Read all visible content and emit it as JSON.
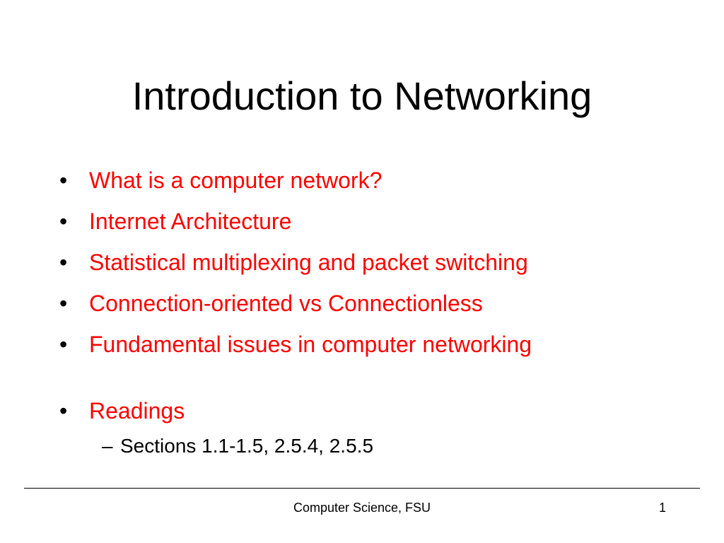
{
  "slide": {
    "title": "Introduction to Networking",
    "bullet_glyph": "•",
    "dash_glyph": "–",
    "bullets": [
      {
        "text": "What is a computer network?"
      },
      {
        "text": "Internet Architecture"
      },
      {
        "text": "Statistical multiplexing and packet switching"
      },
      {
        "text": "Connection-oriented vs Connectionless"
      },
      {
        "text": "Fundamental issues in computer networking"
      },
      {
        "text": "Readings"
      }
    ],
    "sub_bullets": [
      {
        "text": "Sections 1.1-1.5, 2.5.4, 2.5.5"
      }
    ],
    "footer": {
      "center": "Computer Science, FSU",
      "page_number": "1"
    }
  },
  "colors": {
    "title": "#000000",
    "bullet_text": "#ff0000",
    "sub_text": "#000000",
    "background": "#ffffff"
  }
}
